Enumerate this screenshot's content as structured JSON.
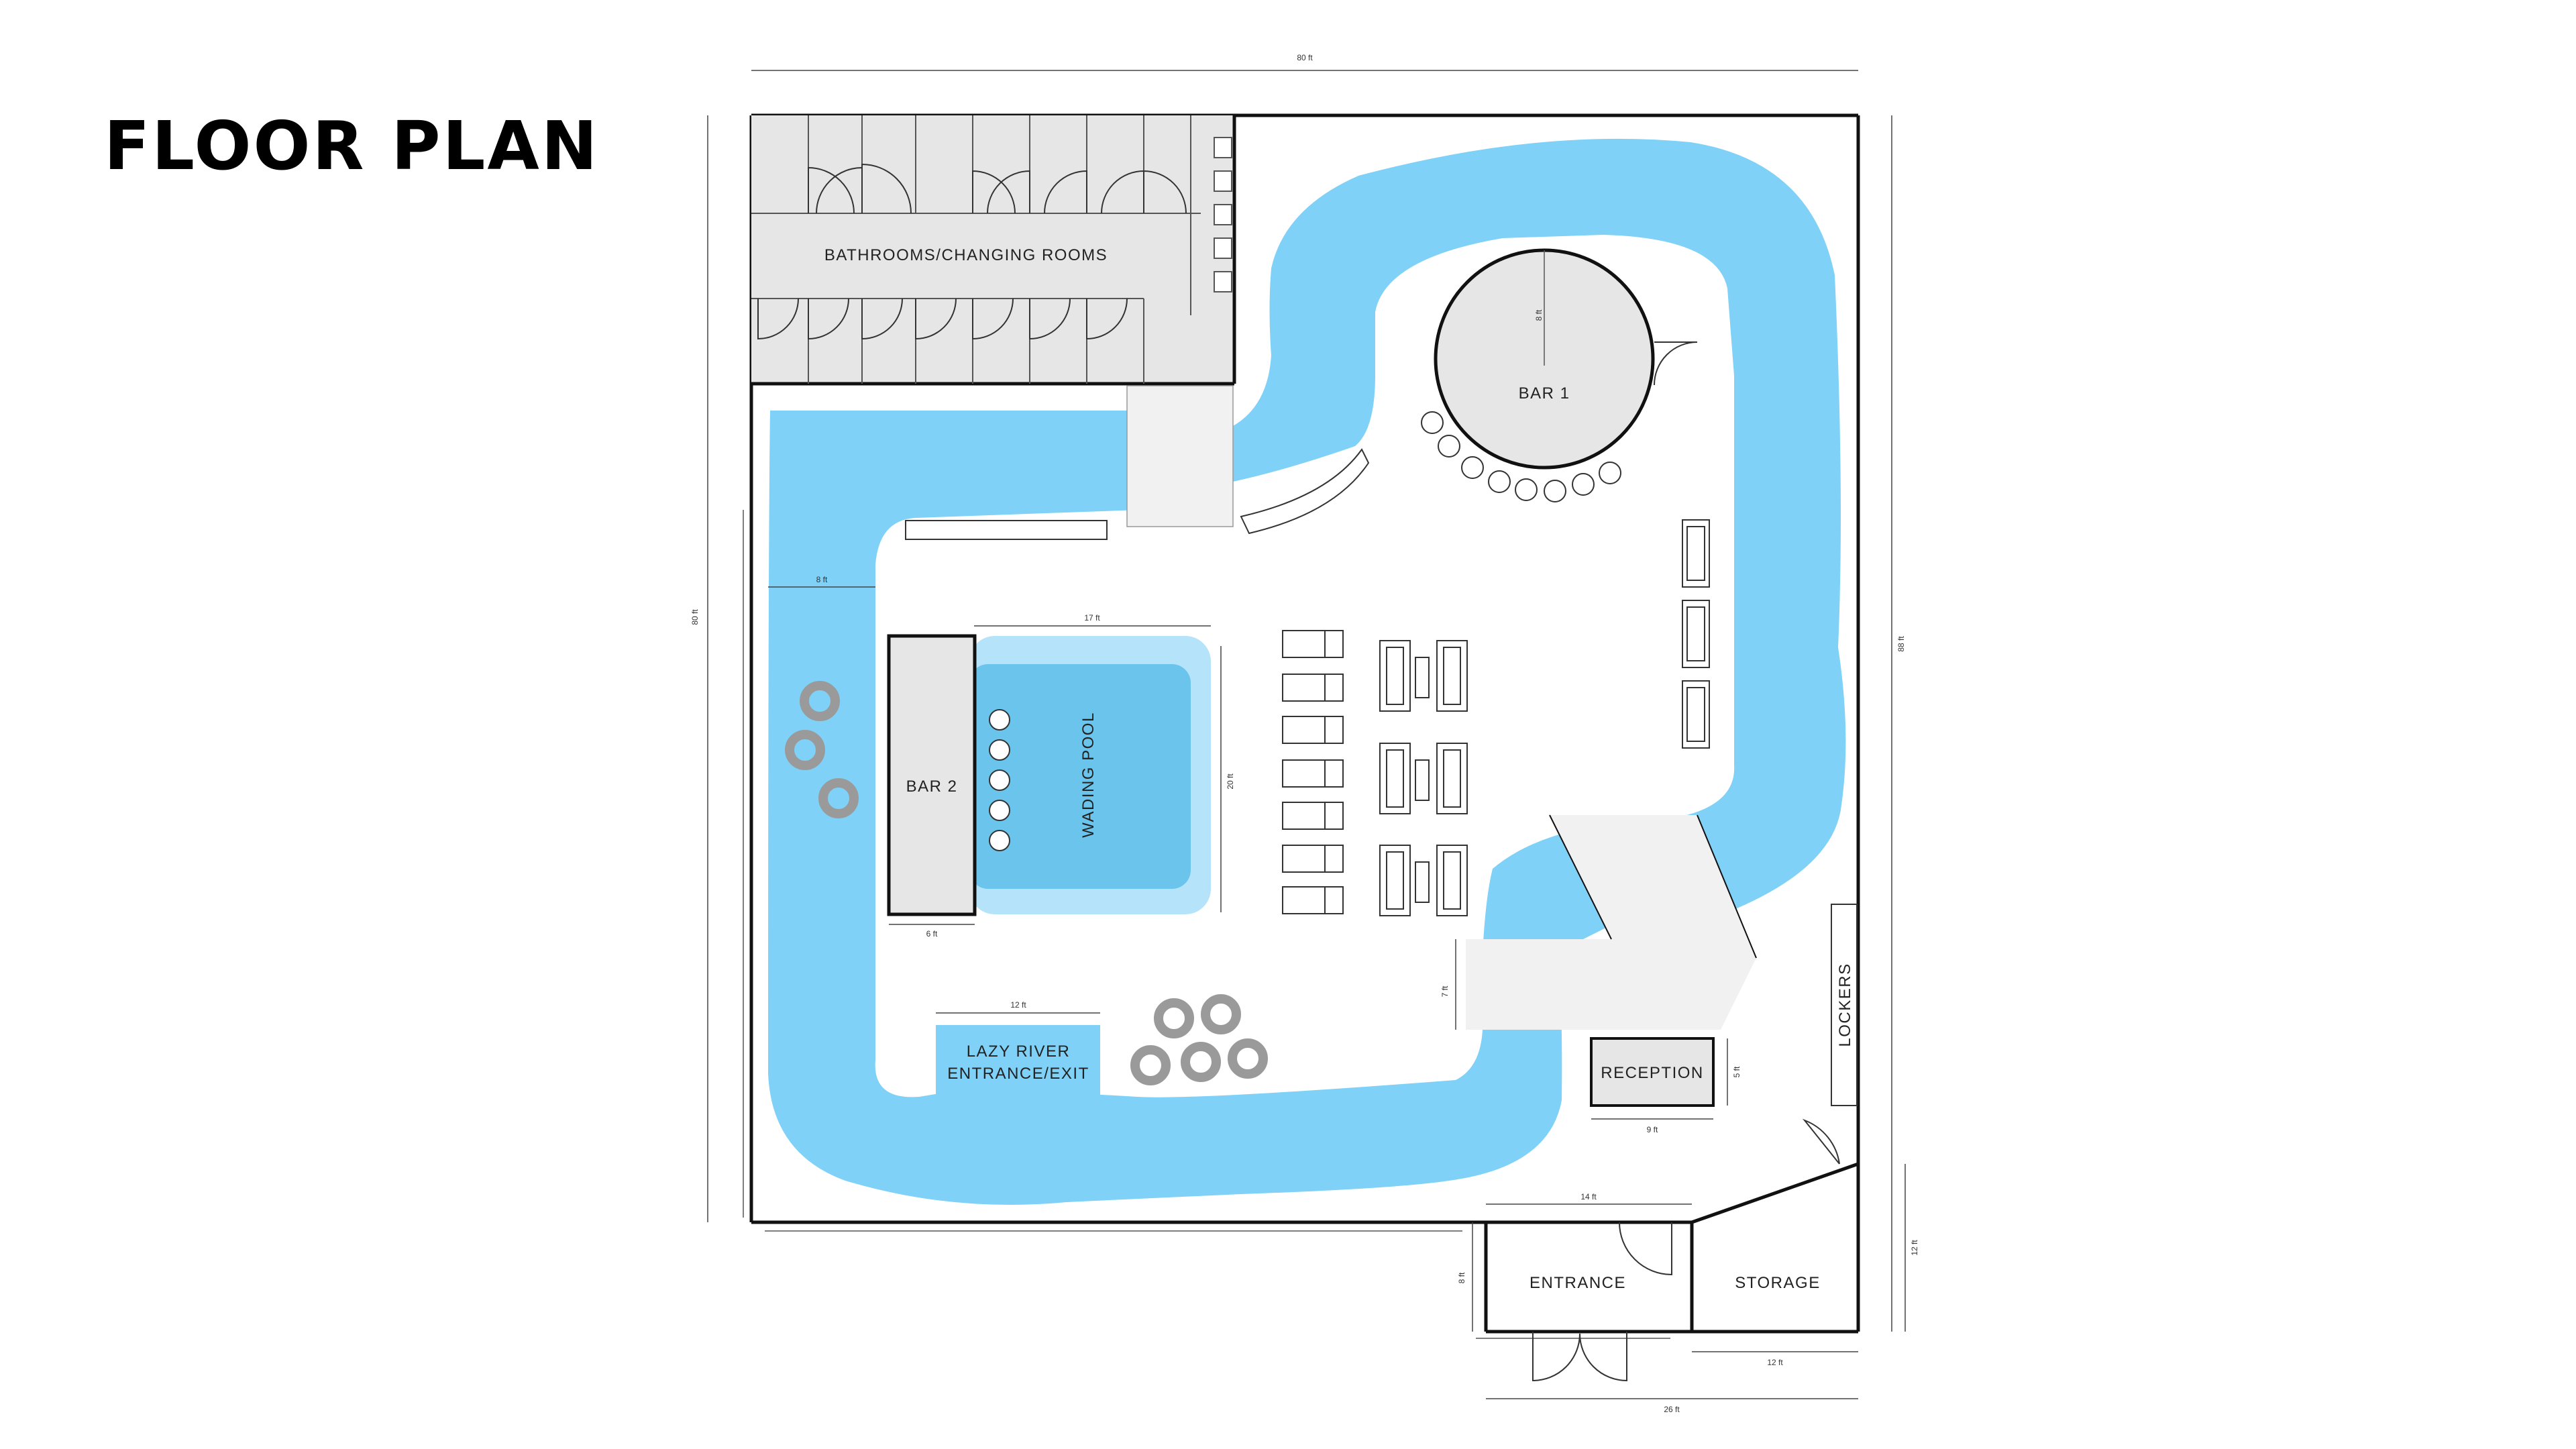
{
  "title": "FLOOR PLAN",
  "rooms": {
    "bathrooms": "BATHROOMS/CHANGING ROOMS",
    "bar1": "BAR 1",
    "bar2": "BAR 2",
    "wading_pool": "WADING POOL",
    "lazy_river_line1": "LAZY RIVER",
    "lazy_river_line2": "ENTRANCE/EXIT",
    "reception": "RECEPTION",
    "lockers": "LOCKERS",
    "entrance": "ENTRANCE",
    "storage": "STORAGE"
  },
  "dimensions": {
    "overall_width": "80 ft",
    "left_height": "80 ft",
    "right_height": "88 ft",
    "bar1_radius": "8 ft",
    "river_width": "8 ft",
    "pool_width": "17 ft",
    "pool_height": "20 ft",
    "bar2_width": "6 ft",
    "lazy_river_entry": "12 ft",
    "reception_width": "9 ft",
    "reception_height": "5 ft",
    "walkway": "7 ft",
    "entrance_width": "14 ft",
    "entrance_depth": "8 ft",
    "storage_width": "12 ft",
    "storage_height": "12 ft",
    "bottom_total": "26 ft"
  },
  "colors": {
    "river": "#7fd1f7",
    "pool_outer": "#b5e3fa",
    "pool_inner": "#6ac4eb",
    "room_fill": "#e6e6e6",
    "walkway": "#f1f1f1",
    "tube": "#9a9a9a"
  }
}
